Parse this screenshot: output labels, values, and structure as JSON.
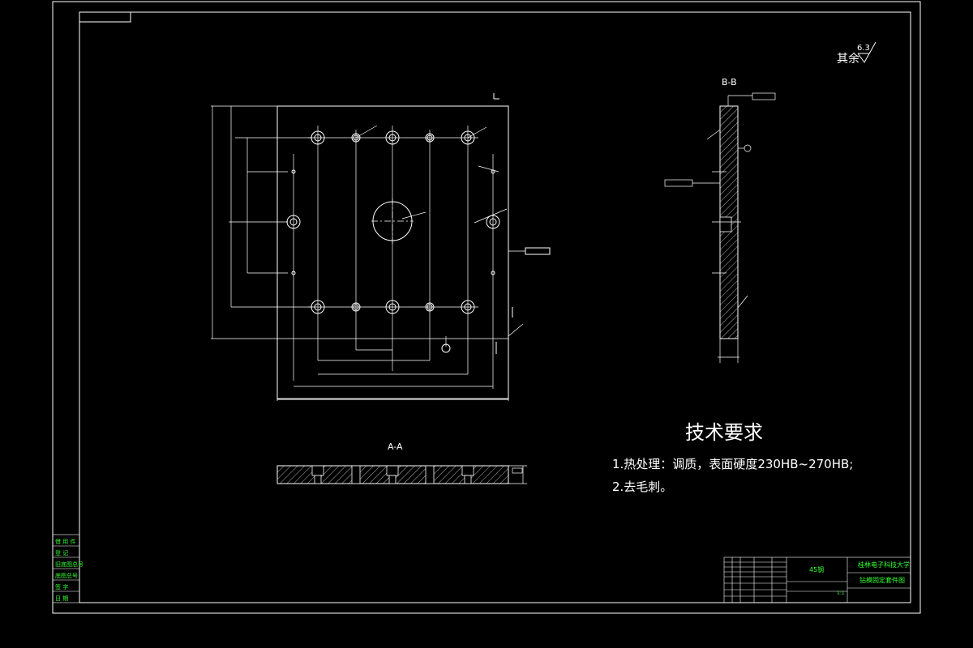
{
  "roughness": {
    "label": "其余",
    "value": "6.3"
  },
  "section_bb": {
    "label": "B-B"
  },
  "section_aa": {
    "label": "A-A"
  },
  "tech_requirements": {
    "title": "技术要求",
    "items": [
      "1.热处理：调质，表面硬度230HB~270HB;",
      "2.去毛刺。"
    ]
  },
  "title_block": {
    "material": "45钢",
    "school": "桂林电子科技大学",
    "drawing_name": "钻模固定套件图",
    "scale_label": "1:1"
  },
  "left_block": {
    "rows": [
      "借 用 件",
      "登 记",
      "旧底图总号",
      "底图总号",
      "签 字",
      "日 期"
    ]
  }
}
